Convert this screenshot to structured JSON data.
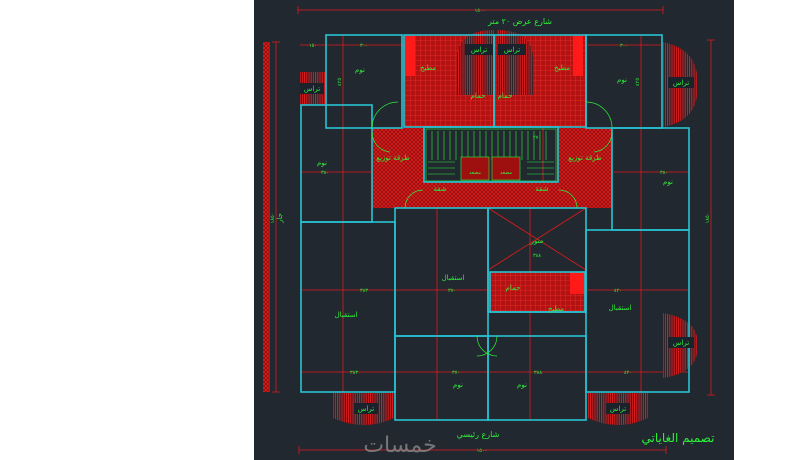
{
  "canvas": {
    "background": "#222830",
    "page_background": "#ffffff"
  },
  "colors": {
    "wall": "#27c3d3",
    "dimension": "#e01b1b",
    "text": "#2df03a",
    "hatch": "#e01b1b",
    "watermark": "#8a8a8a"
  },
  "streets": {
    "top": "شارع عرض ٢٠ متر",
    "bottom": "شارع رئيسي"
  },
  "title": "تصميم الغاياتي",
  "watermark": "خمسات",
  "neighbor": "جار",
  "rooms": {
    "bedroom_top_left": "نوم",
    "bedroom_top_right": "نوم",
    "bedroom_left": "نوم",
    "bedroom_right": "نوم",
    "bedroom_bottom_left": "نوم",
    "bedroom_bottom_right": "نوم",
    "kitchen_left": "مطبخ",
    "kitchen_right": "مطبخ",
    "kitchen_center": "مطبخ",
    "bath_left": "حمام",
    "bath_right": "حمام",
    "bath_center": "حمام",
    "terrace_top_left": "تراس",
    "terrace_top_right": "تراس",
    "terrace_left": "تراس",
    "terrace_right_top": "تراس",
    "terrace_right_bottom": "تراس",
    "terrace_bottom_left": "تراس",
    "terrace_bottom_right": "تراس",
    "corridor_left": "طرقة توزيع",
    "corridor_right": "طرقة توزيع",
    "apartment_left": "شقة",
    "apartment_right": "شقة",
    "elevator_left": "مصعد",
    "elevator_right": "مصعد",
    "light_well": "منور",
    "reception_left": "استقبال",
    "reception_center": "استقبال",
    "reception_right": "استقبال"
  },
  "dimensions": {
    "overall_top": "١٥٠٠",
    "overall_bottom": "١٥٠٠",
    "overall_left": "١٨٥٠",
    "overall_right": "١٨٥٠",
    "top_left_room_width": "٣٠٠",
    "top_right_room_width": "٣٠٠",
    "left_strip": "١٥٠",
    "top_left_room_height": "٤٢٥",
    "top_right_room_height": "٤٢٥",
    "left_room_width": "٣٨٠",
    "right_room_width": "٣٨٠",
    "stair_width": "٢٧٠",
    "light_well_width": "٣٨٨",
    "reception_left_width": "٣٨٣",
    "reception_center_width": "٣٧٠",
    "reception_right_width": "٤٢٠",
    "bottom_left_width": "٣٨٣",
    "bottom_center_left_width": "٣٧٠",
    "bottom_center_right_width": "٣٨٨",
    "bottom_right_width": "٤٢٠"
  }
}
